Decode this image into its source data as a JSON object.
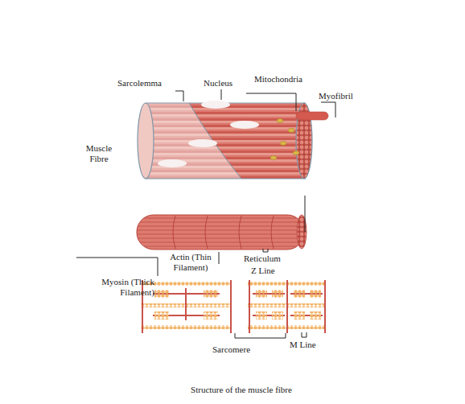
{
  "diagram": {
    "caption": "Structure of the muscle fibre",
    "labels": [
      "Sarcolemma",
      "Nucleus",
      "Mitochondria",
      "Myofibril",
      "Muscle Fibre",
      "Actin (Thin Filament)",
      "Reticulum",
      "Z Line",
      "Myosin (Thick Filament)",
      "Sarcomere",
      "M Line"
    ]
  }
}
